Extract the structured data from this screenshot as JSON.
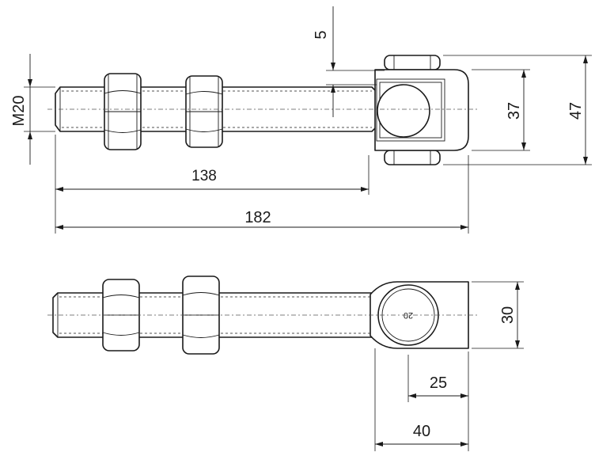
{
  "dimensions": {
    "thread": "M20",
    "offset": "5",
    "eye_inner_height": "37",
    "eye_outer_height": "47",
    "shank_length": "138",
    "overall_length": "182",
    "eye_width": "30",
    "hole_offset": "25",
    "eye_length": "40"
  },
  "stamp_text": "20",
  "colors": {
    "line": "#1a1a1a",
    "background": "#ffffff"
  }
}
